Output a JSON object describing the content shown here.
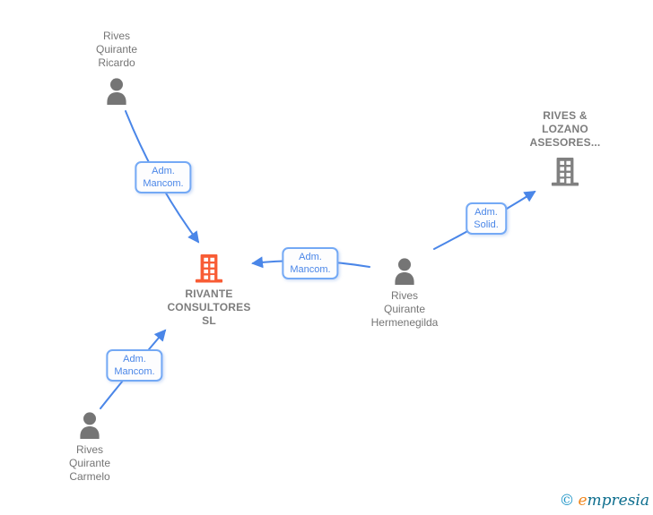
{
  "colors": {
    "edge_blue": "#4a86e8",
    "box_border_blue": "#74a9f5",
    "text_gray": "#757575",
    "icon_gray": "#757575",
    "building_gray": "#808080",
    "building_orange": "#f85c35",
    "logo_teal": "#0d6e8e",
    "logo_light_blue": "#2196c8",
    "logo_orange": "#f0861c",
    "canvas_bg": "#ffffff"
  },
  "nodes": {
    "ricardo": {
      "type": "person",
      "label": "Rives\nQuirante\nRicardo"
    },
    "carmelo": {
      "type": "person",
      "label": "Rives\nQuirante\nCarmelo"
    },
    "hermenegilda": {
      "type": "person",
      "label": "Rives\nQuirante\nHermenegilda"
    },
    "rivante": {
      "type": "company",
      "label": "RIVANTE\nCONSULTORES\nSL"
    },
    "rives_lozano": {
      "type": "company",
      "label": "RIVES &\nLOZANO\nASESORES..."
    }
  },
  "edges": {
    "ricardo_to_rivante": {
      "label": "Adm.\nMancom."
    },
    "hermenegilda_to_rivante": {
      "label": "Adm.\nMancom."
    },
    "carmelo_to_rivante": {
      "label": "Adm.\nMancom."
    },
    "hermenegilda_to_rives_lozano": {
      "label": "Adm.\nSolid."
    }
  },
  "logo": {
    "copyright": "©",
    "brand_initial": "e",
    "brand_rest": "mpresia"
  }
}
